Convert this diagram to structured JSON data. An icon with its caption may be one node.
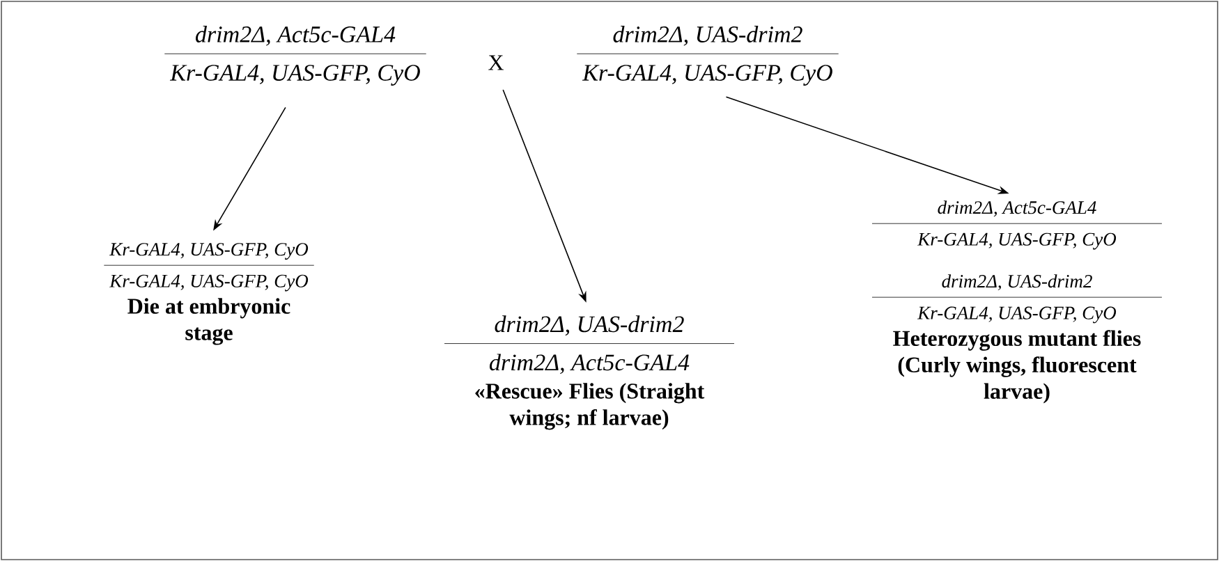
{
  "diagram": {
    "nodes": [
      {
        "text": [
          "drim2Δ, Act5c-GAL4",
          "Kr-GAL4, UAS-GFP, CyO"
        ]
      },
      {
        "text": [
          "X"
        ]
      },
      {
        "text": [
          "drim2Δ, UAS-drim2",
          "Kr-GAL4, UAS-GFP, CyO"
        ]
      },
      {
        "text": [
          "Kr-GAL4, UAS-GFP, CyO",
          "Kr-GAL4, UAS-GFP, CyO",
          "Die at embryonic stage"
        ]
      },
      {
        "text": [
          "drim2Δ, UAS-drim2",
          "drim2Δ, Act5c-GAL4",
          "«Rescue» Flies (Straight wings; nf larvae)"
        ]
      },
      {
        "text": [
          "drim2Δ, Act5c-GAL4",
          "Kr-GAL4, UAS-GFP, CyO",
          "drim2Δ, UAS-drim2",
          "Kr-GAL4, UAS-GFP, CyO",
          "Heterozygous mutant flies (Curly wings, fluorescent larvae)"
        ]
      }
    ],
    "edges": [
      {
        "from": 0,
        "to": 3,
        "arrow": "to"
      },
      {
        "from": 1,
        "to": 4,
        "arrow": "to"
      },
      {
        "from": 2,
        "to": 5,
        "arrow": "to"
      }
    ]
  }
}
